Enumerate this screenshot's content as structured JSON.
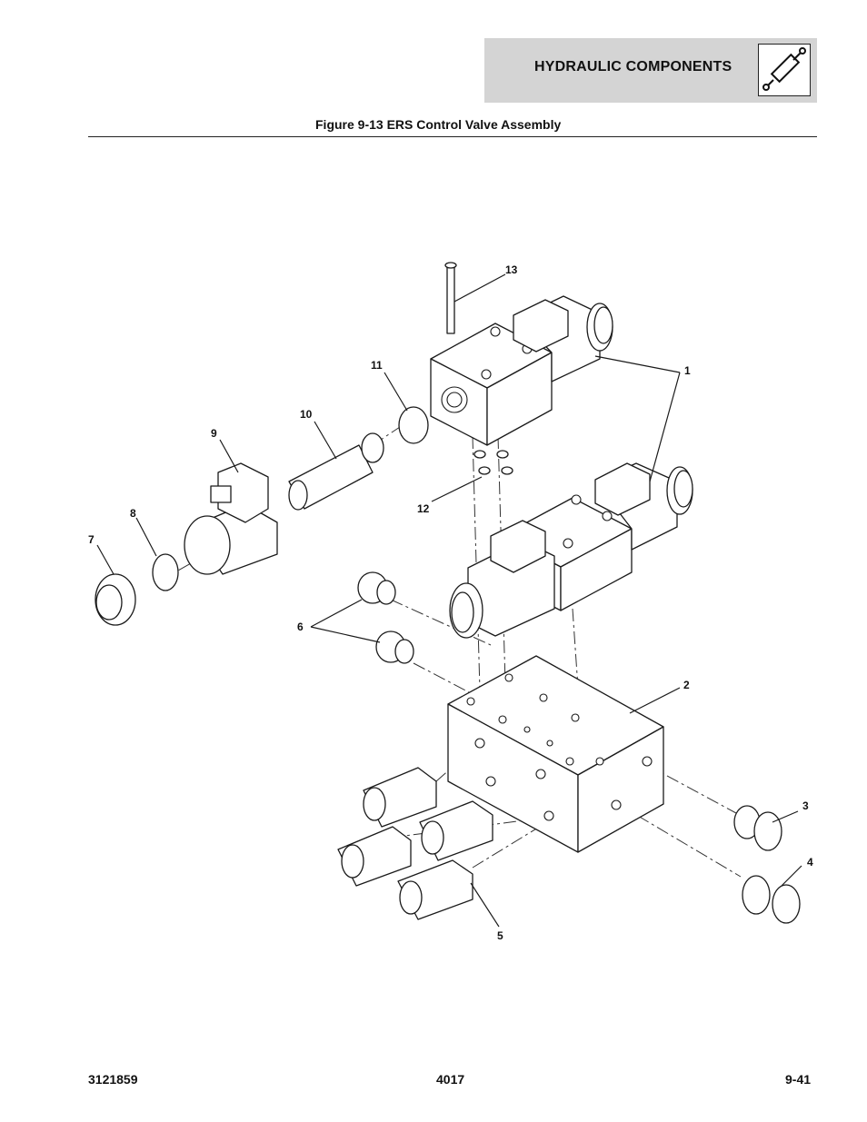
{
  "header": {
    "section_title": "HYDRAULIC COMPONENTS",
    "icon": "hydraulic-cylinder-icon"
  },
  "figure": {
    "title": "Figure 9-13 ERS Control Valve Assembly",
    "callouts": [
      "1",
      "2",
      "3",
      "4",
      "5",
      "6",
      "7",
      "8",
      "9",
      "10",
      "11",
      "12",
      "13"
    ]
  },
  "footer": {
    "doc_number": "3121859",
    "model": "4017",
    "page": "9-41"
  }
}
